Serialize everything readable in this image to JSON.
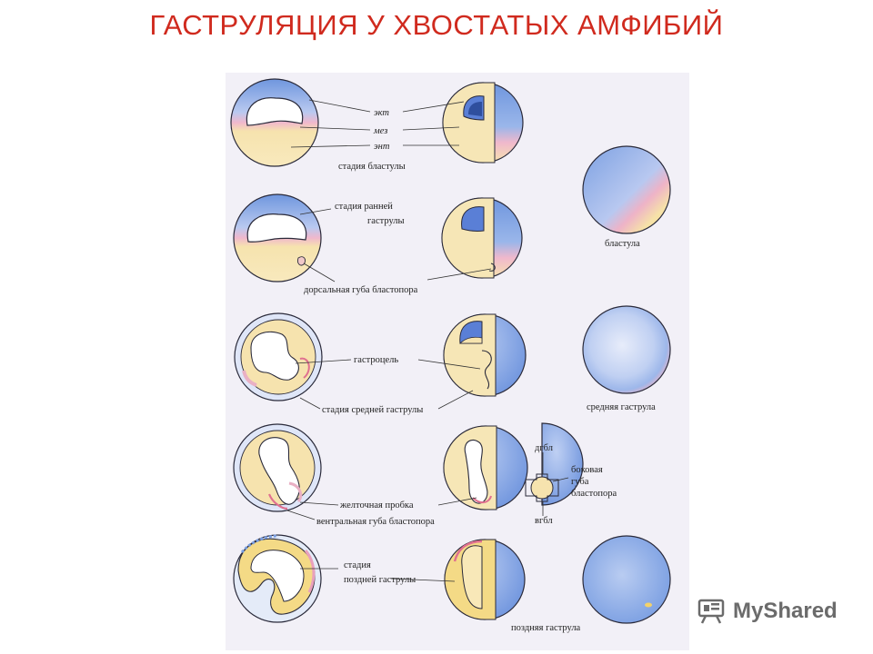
{
  "title": "ГАСТРУЛЯЦИЯ У ХВОСТАТЫХ АМФИБИЙ",
  "labels": {
    "ekt": "экт",
    "mes": "мез",
    "ent": "энт",
    "blastula_stage": "стадия бластулы",
    "early_gastrula_1": "стадия ранней",
    "early_gastrula_2": "гаструлы",
    "dorsal_lip": "дорсальная губа бластопора",
    "blastula": "бластула",
    "gastrocoel": "гастроцель",
    "middle_gastrula_stage": "стадия средней гаструлы",
    "middle_gastrula": "средняя гаструла",
    "dgbl": "дгбл",
    "lateral_lip_1": "боковая",
    "lateral_lip_2": "губа",
    "lateral_lip_3": "бластопора",
    "vgbl": "вгбл",
    "yolk_plug": "желточная пробка",
    "ventral_lip": "вентральная губа бластопора",
    "late_stage_1": "стадия",
    "late_stage_2": "поздней гаструлы",
    "late_gastrula": "поздняя гаструла"
  },
  "watermark": {
    "text": "MyShared",
    "icon": "presentation-board-icon"
  },
  "colors": {
    "title": "#d02a1e",
    "ectoderm": "#7a9ee0",
    "mesoderm": "#eab4c6",
    "endoderm": "#f5e3a8",
    "outline": "#2a2a3a",
    "plate": "#f2f0f7"
  }
}
